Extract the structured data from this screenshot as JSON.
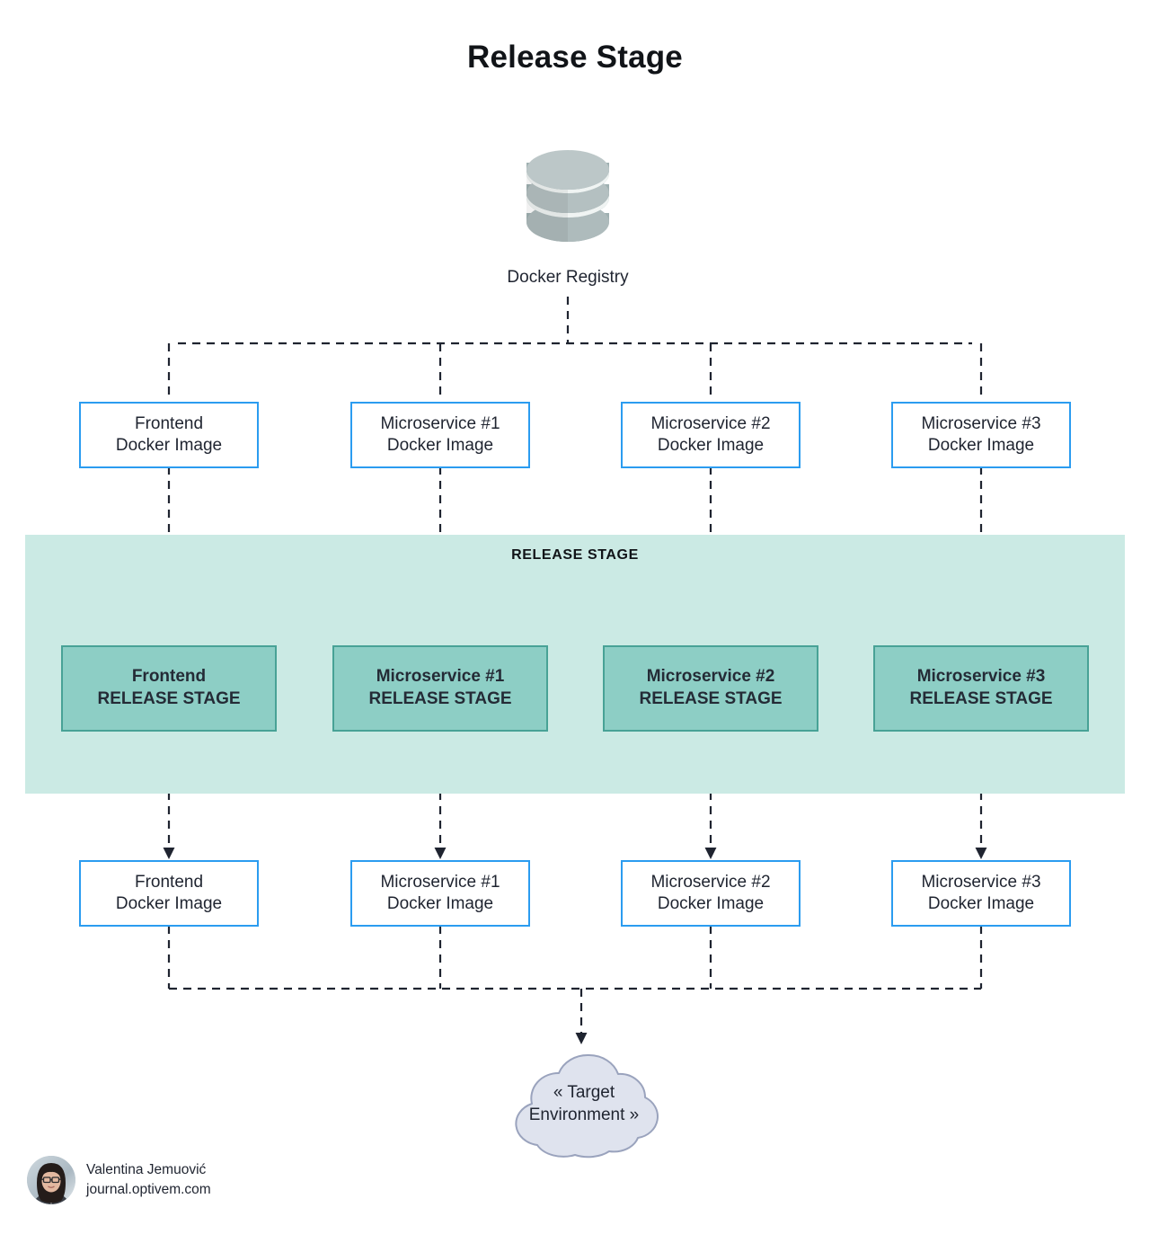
{
  "title": "Release Stage",
  "registry": {
    "icon": "database-cylinder-icon",
    "label": "Docker Registry"
  },
  "band": {
    "label": "RELEASE STAGE",
    "background_color": "#cbeae4"
  },
  "colors": {
    "image_box_border": "#2b9cf0",
    "image_box_fill": "#ffffff",
    "stage_box_fill": "#8dcec5",
    "stage_box_border": "#48a296",
    "band_fill": "#cbeae4",
    "cloud_fill": "#dfe3ee",
    "cloud_border": "#9aa3bd",
    "connector": "#1f2430"
  },
  "input_images": [
    {
      "line1": "Frontend",
      "line2": "Docker Image"
    },
    {
      "line1": "Microservice #1",
      "line2": "Docker Image"
    },
    {
      "line1": "Microservice #2",
      "line2": "Docker Image"
    },
    {
      "line1": "Microservice #3",
      "line2": "Docker Image"
    }
  ],
  "stages": [
    {
      "line1": "Frontend",
      "line2": "RELEASE STAGE"
    },
    {
      "line1": "Microservice #1",
      "line2": "RELEASE STAGE"
    },
    {
      "line1": "Microservice #2",
      "line2": "RELEASE STAGE"
    },
    {
      "line1": "Microservice #3",
      "line2": "RELEASE STAGE"
    }
  ],
  "output_images": [
    {
      "line1": "Frontend",
      "line2": "Docker Image"
    },
    {
      "line1": "Microservice #1",
      "line2": "Docker Image"
    },
    {
      "line1": "Microservice #2",
      "line2": "Docker Image"
    },
    {
      "line1": "Microservice #3",
      "line2": "Docker Image"
    }
  ],
  "cloud": {
    "line1": "« Target",
    "line2": "Environment »"
  },
  "signature": {
    "name": "Valentina Jemuović",
    "site": "journal.optivem.com",
    "avatar": "author-avatar"
  }
}
